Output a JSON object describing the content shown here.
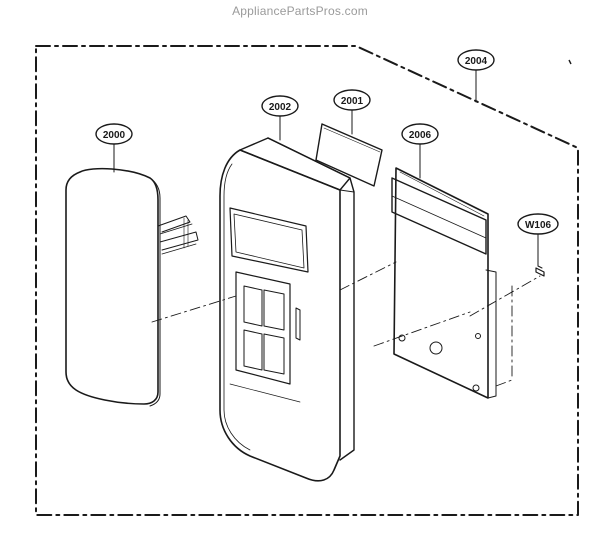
{
  "watermark": "AppliancePartsPros.com",
  "callouts": [
    {
      "id": "2000",
      "label": "2000"
    },
    {
      "id": "2001",
      "label": "2001"
    },
    {
      "id": "2002",
      "label": "2002"
    },
    {
      "id": "2004",
      "label": "2004"
    },
    {
      "id": "2006",
      "label": "2006"
    },
    {
      "id": "W106",
      "label": "W106"
    }
  ],
  "colors": {
    "line": "#1a1a1a",
    "paper": "#ffffff",
    "watermark": "#9a9a9a"
  }
}
